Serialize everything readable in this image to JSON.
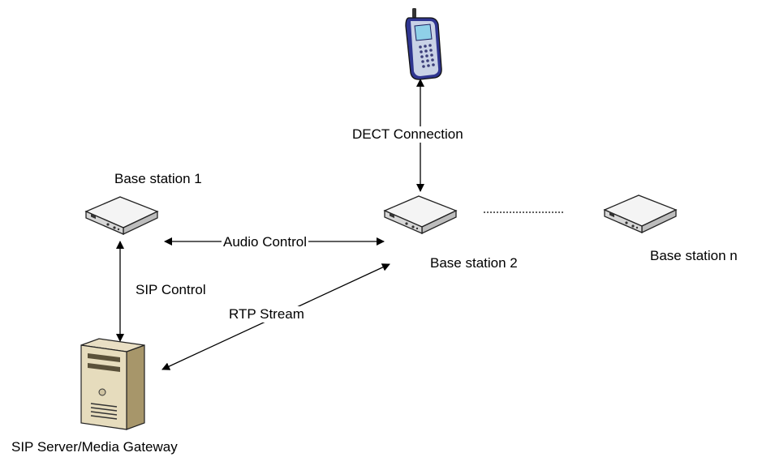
{
  "nodes": {
    "phone": {
      "label": "",
      "icon": "mobile-phone-icon"
    },
    "base_station_1": {
      "label": "Base station 1",
      "icon": "base-station-icon"
    },
    "base_station_2": {
      "label": "Base station 2",
      "icon": "base-station-icon"
    },
    "base_station_n": {
      "label": "Base station n",
      "icon": "base-station-icon"
    },
    "server": {
      "label": "SIP Server/Media Gateway",
      "icon": "server-tower-icon"
    }
  },
  "edges": {
    "dect": {
      "label": "DECT Connection"
    },
    "audio": {
      "label": "Audio Control"
    },
    "sip": {
      "label": "SIP Control"
    },
    "rtp": {
      "label": "RTP Stream"
    }
  },
  "colors": {
    "line": "#000000",
    "device_top": "#f2f2f2",
    "device_front": "#cfcfcf",
    "server_body": "#d9ccaa",
    "phone_body": "#2a2f8a"
  }
}
